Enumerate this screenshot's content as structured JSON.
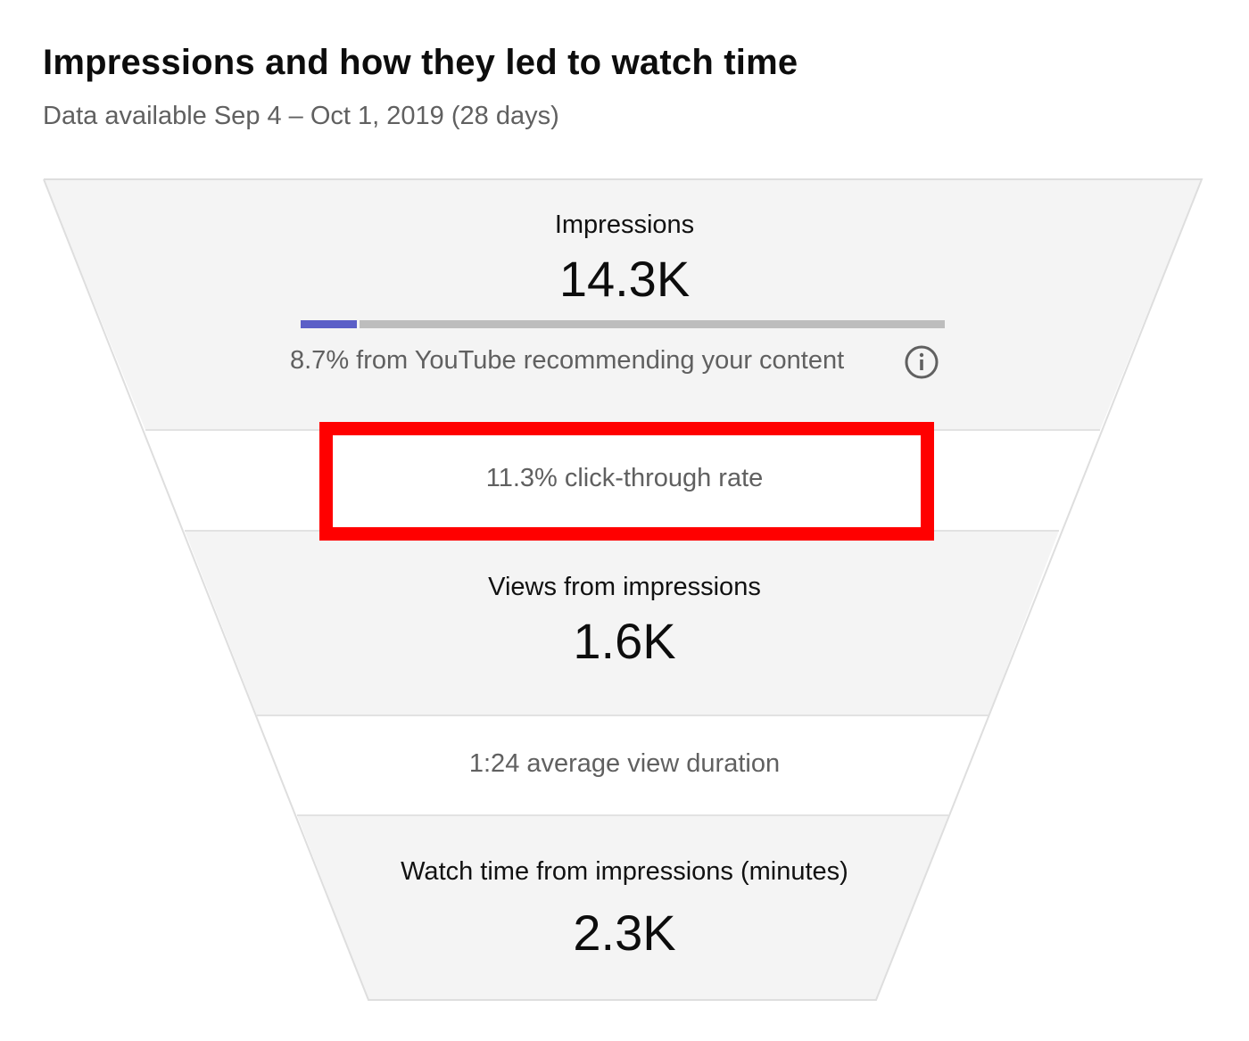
{
  "header": {
    "title": "Impressions and how they led to watch time",
    "subtitle": "Data available Sep 4 – Oct 1, 2019 (28 days)"
  },
  "funnel": {
    "impressions": {
      "label": "Impressions",
      "value": "14.3K",
      "recommendation_share": 0.087,
      "recommendation_text": "8.7% from YouTube recommending your content"
    },
    "click_through_rate": {
      "text": "11.3% click-through rate"
    },
    "views": {
      "label": "Views from impressions",
      "value": "1.6K"
    },
    "average_view_duration": {
      "text": "1:24 average view duration"
    },
    "watch_time": {
      "label": "Watch time from impressions (minutes)",
      "value": "2.3K"
    }
  },
  "icons": {
    "info": "info-icon"
  },
  "colors": {
    "band_fill": "#f4f4f4",
    "band_border": "#dedede",
    "progress_fill": "#5b5fc7",
    "progress_track": "#bdbdbd",
    "highlight": "#ff0000",
    "title_text": "#0d0d0d",
    "secondary_text": "#606060"
  }
}
